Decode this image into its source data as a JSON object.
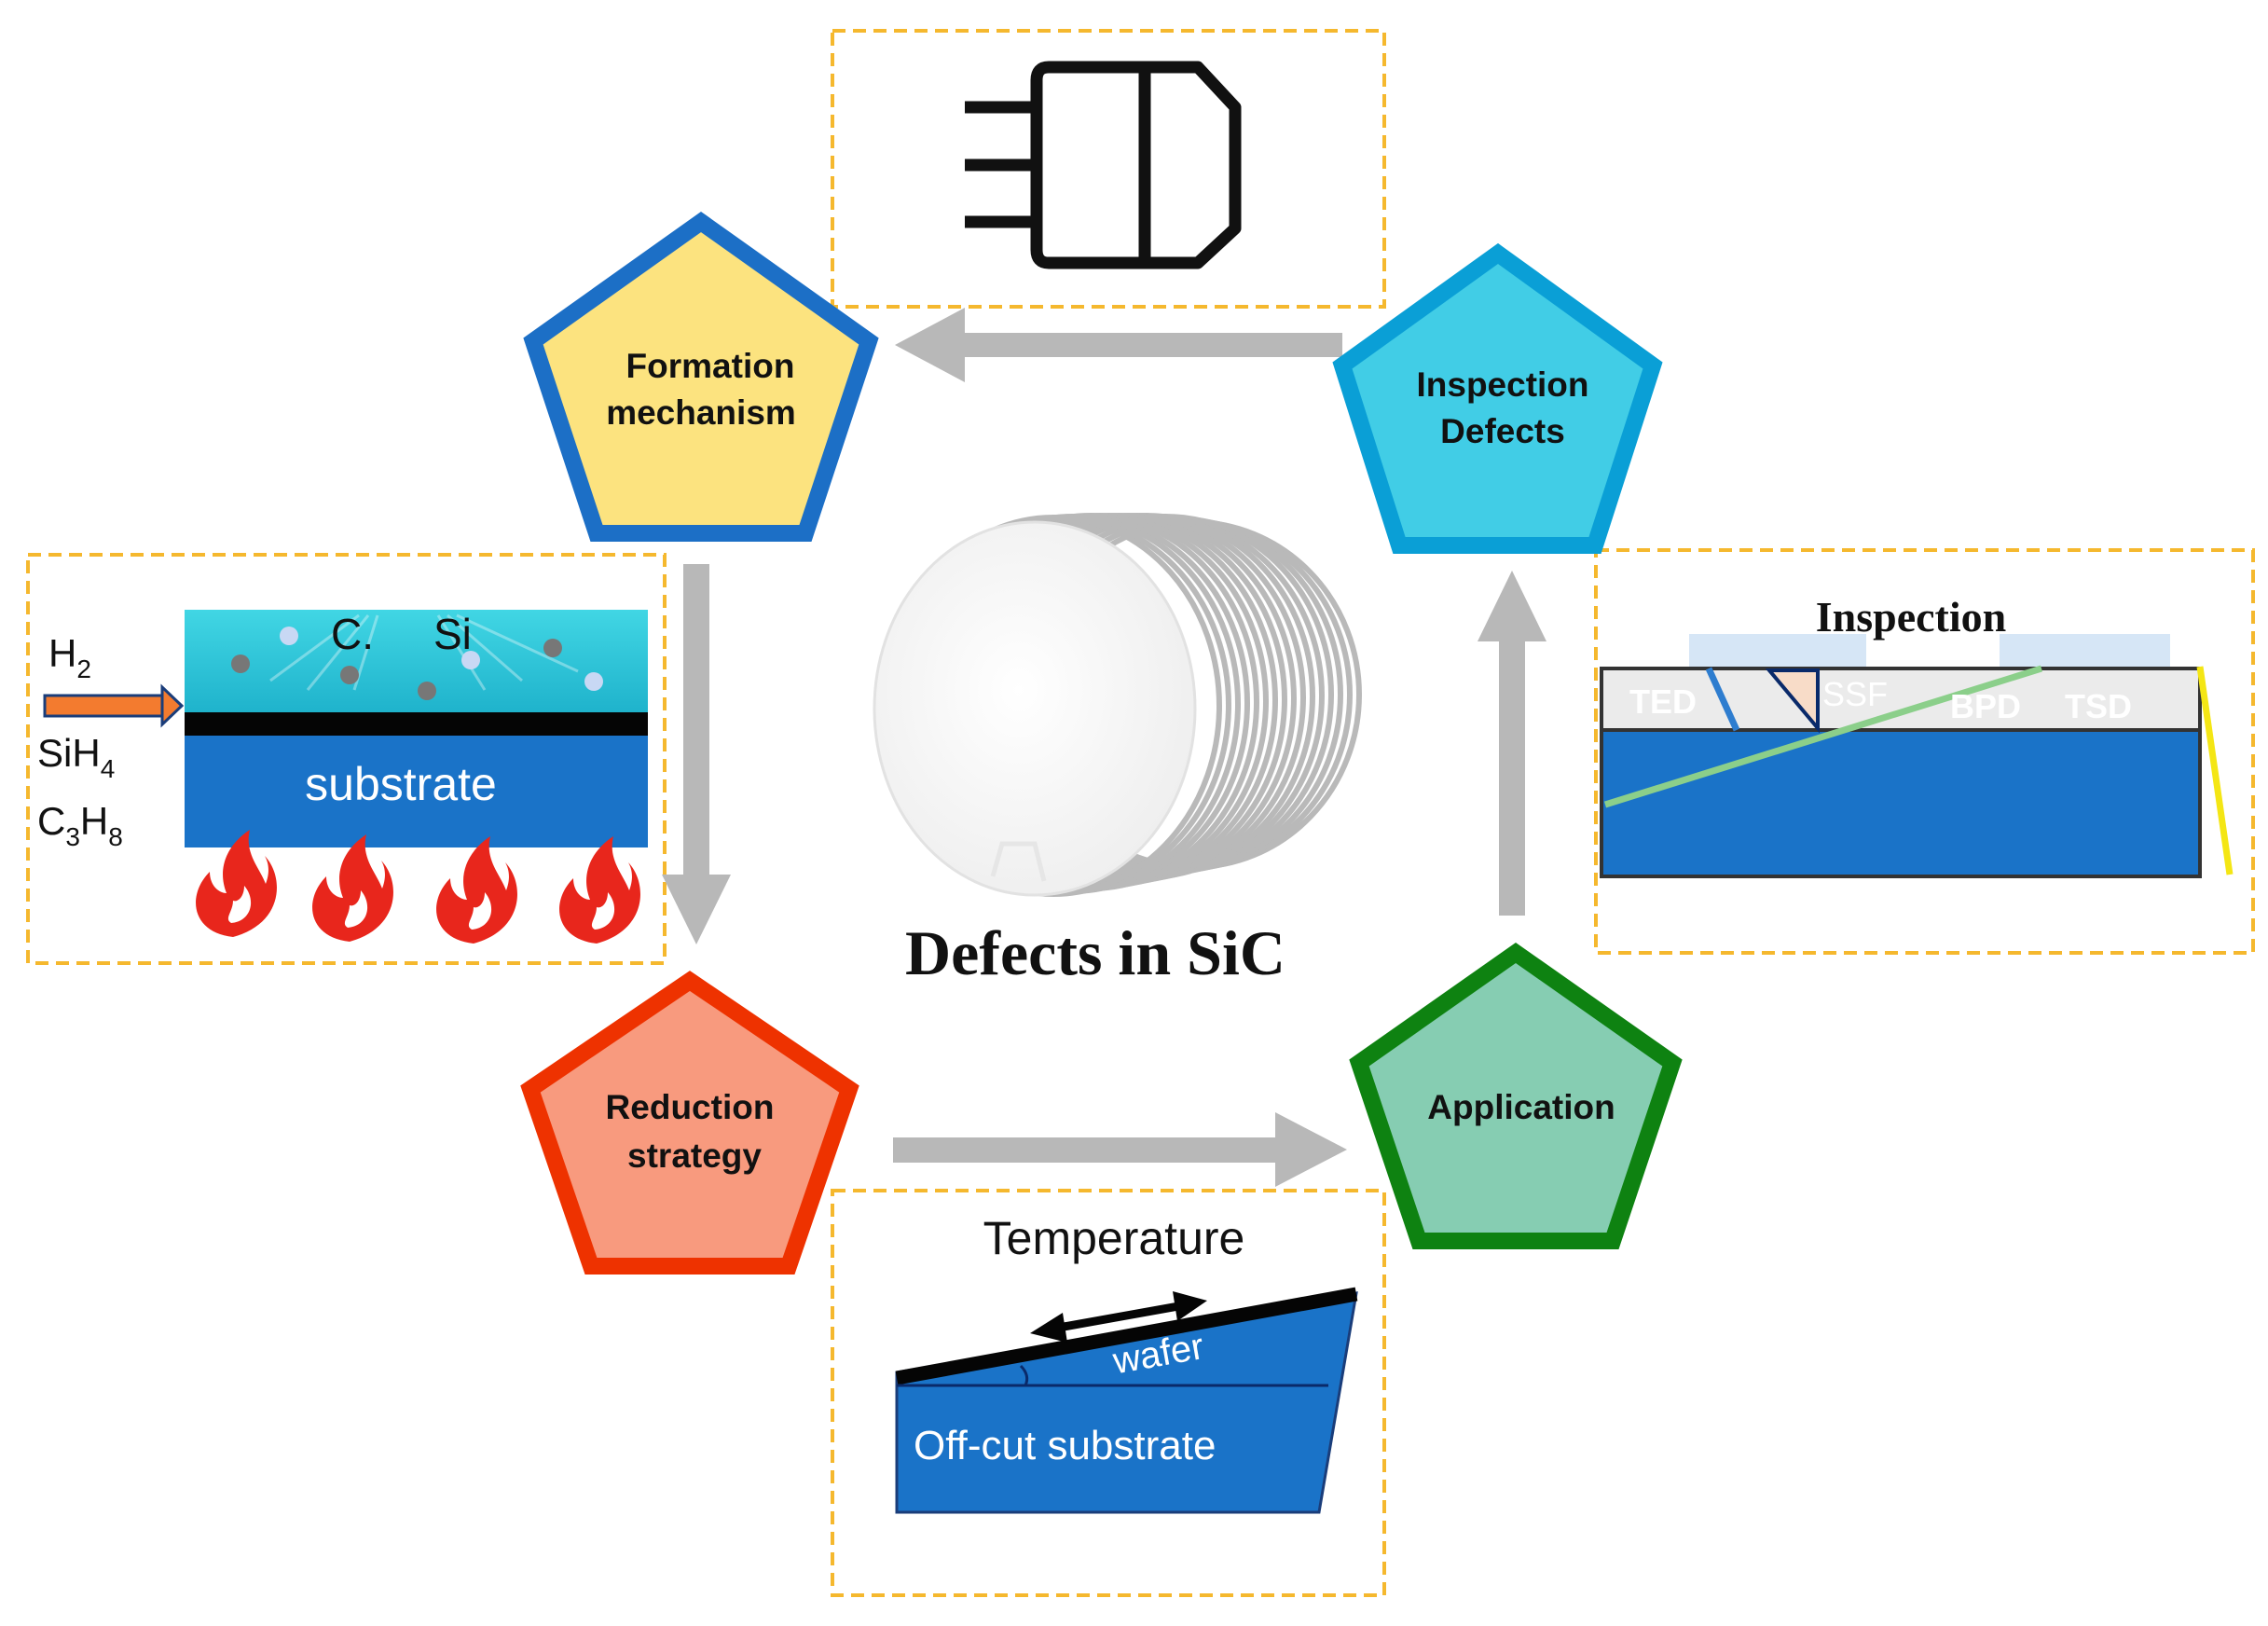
{
  "title": "Defects in SiC",
  "nodes": {
    "formation": {
      "line1": "Formation",
      "line2": "mechanism",
      "fill": "#FCE37F",
      "stroke": "#1C6FC6"
    },
    "inspection": {
      "line1": "Inspection",
      "line2": "Defects",
      "fill": "#41CDE6",
      "stroke": "#0A9FD6"
    },
    "reduction": {
      "line1": "Reduction",
      "line2": "strategy",
      "fill": "#F89A7E",
      "stroke": "#EE3200"
    },
    "application": {
      "line1": "Application",
      "fill": "#86CDB2",
      "stroke": "#0E8211"
    }
  },
  "epitaxy_panel": {
    "gas_h2": "H",
    "gas_h2_sub": "2",
    "gas_sih": "SiH",
    "gas_sih_sub": "4",
    "gas_c": "C",
    "gas_c_sub1": "3",
    "gas_h": "H",
    "gas_c_sub2": "8",
    "atom_c": "C.",
    "atom_si": "Si",
    "substrate_label": "substrate"
  },
  "inspection_panel": {
    "title": "Inspection",
    "defect_ted": "TED",
    "defect_ssf": "SSF",
    "defect_bpd": "BPD",
    "defect_tsd": "TSD"
  },
  "reduction_panel": {
    "title": "Temperature",
    "wafer_label": "wafer",
    "substrate_label": "Off-cut substrate"
  },
  "colors": {
    "panel_border": "#F5B82E",
    "arrow": "#B8B8B8",
    "substrate_blue": "#1A73C8",
    "epi_cyan": "#2FC6D8",
    "flame_red": "#E8261C",
    "gas_arrow": "#F37B2F"
  },
  "icons": [
    "device-chip-icon",
    "flame-icon",
    "wafer-stack-icon"
  ]
}
